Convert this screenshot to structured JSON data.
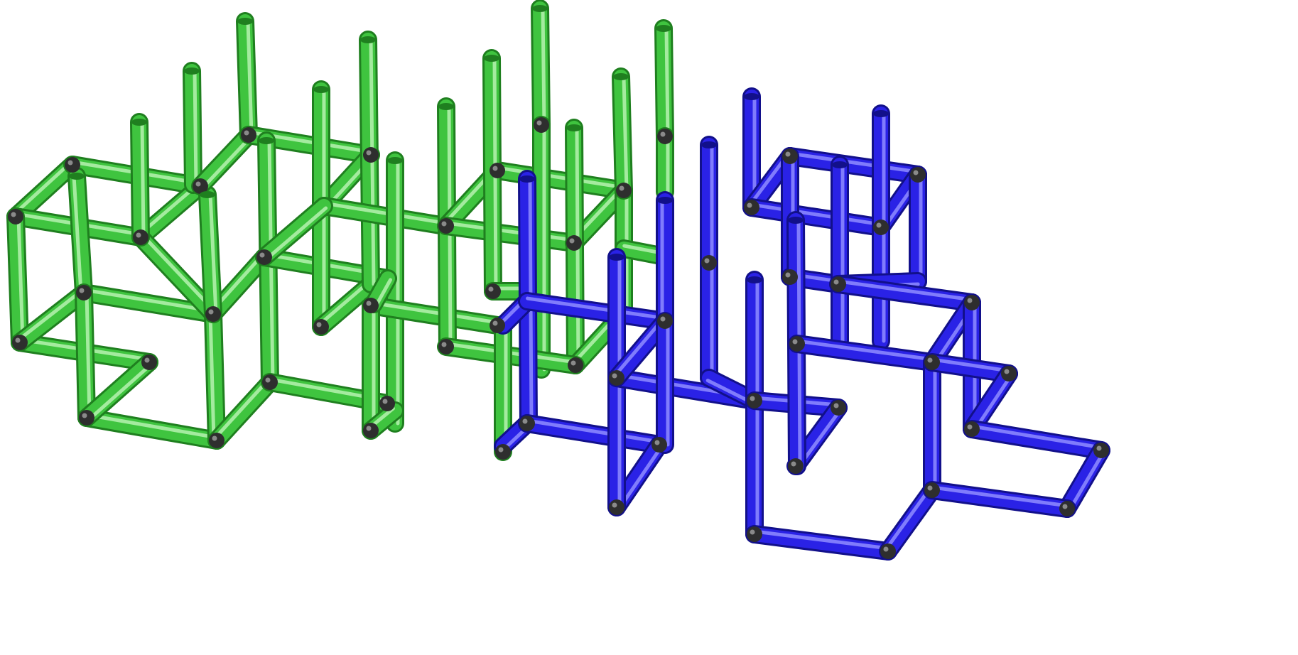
{
  "diagram": {
    "kind": "3d-pipe-lattice",
    "structures": [
      {
        "name": "green",
        "color": "#3fc43f",
        "highlight": "#b6f2b0",
        "shade": "#1f7f1f"
      },
      {
        "name": "blue",
        "color": "#2a22e6",
        "highlight": "#8f8cff",
        "shade": "#12108a"
      }
    ],
    "joint_color": "#2e2e2e"
  }
}
